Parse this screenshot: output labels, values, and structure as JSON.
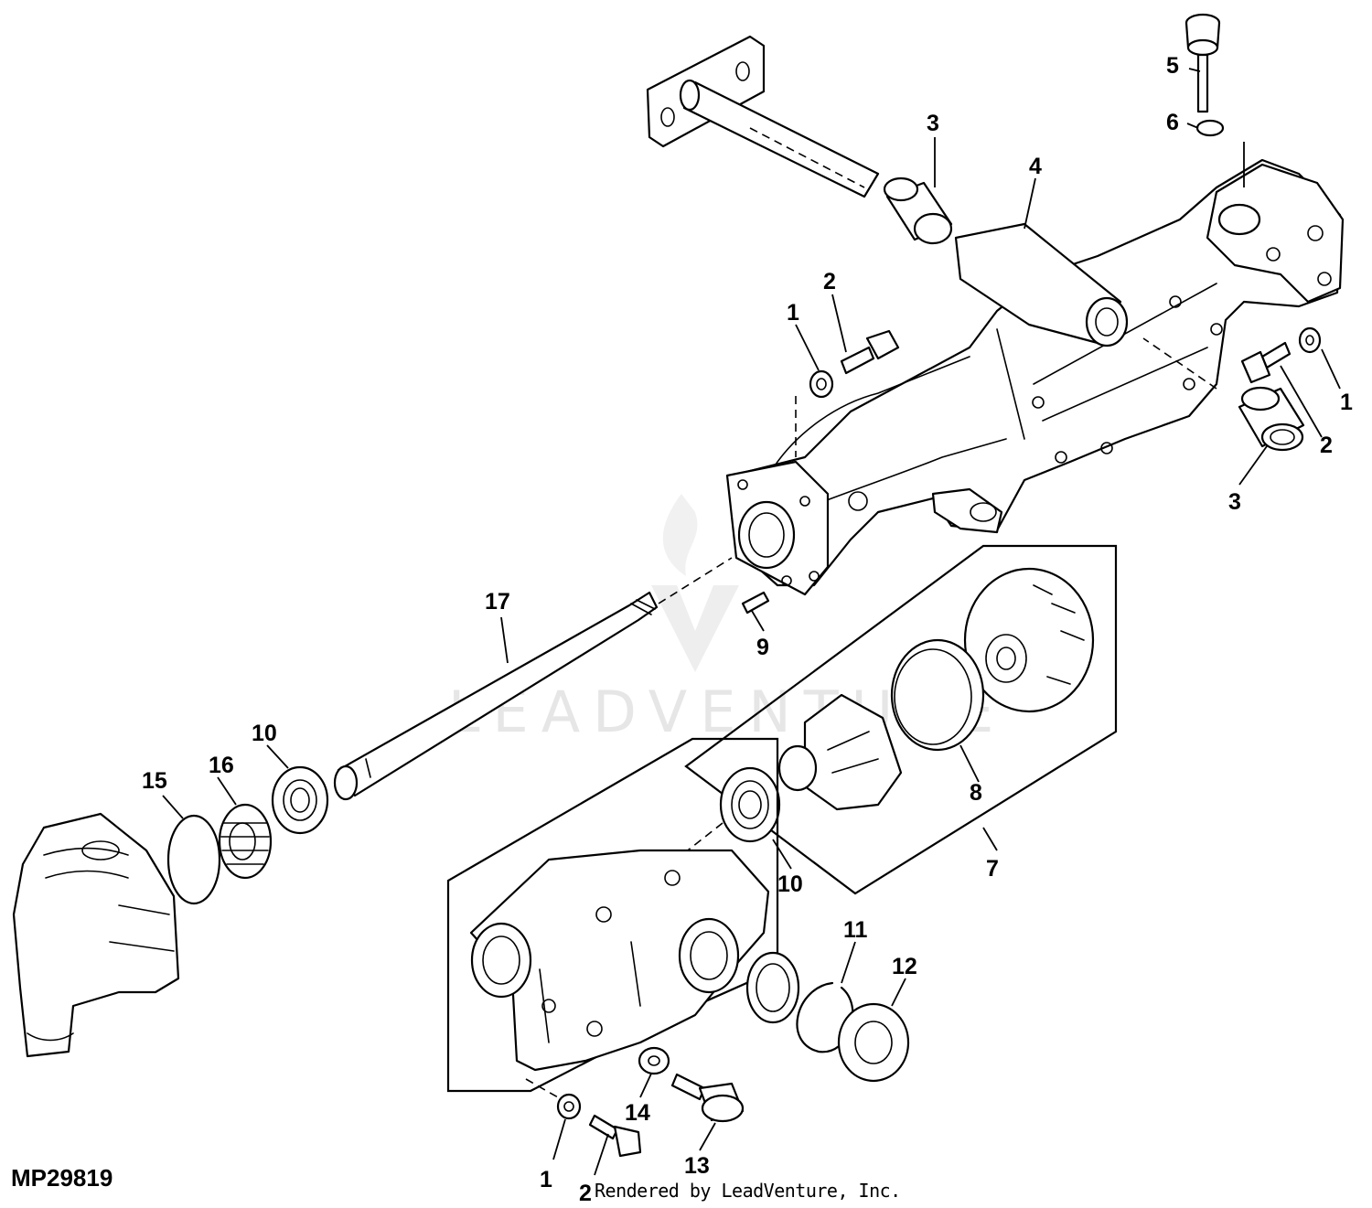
{
  "figure_id": "MP29819",
  "footer_text": "Rendered by LeadVenture, Inc.",
  "watermark_text": "LEADVENTURE",
  "callouts": {
    "c1a": "1",
    "c1b": "1",
    "c1c": "1",
    "c2a": "2",
    "c2b": "2",
    "c2c": "2",
    "c3a": "3",
    "c3b": "3",
    "c4": "4",
    "c5": "5",
    "c6": "6",
    "c7": "7",
    "c8": "8",
    "c9": "9",
    "c10a": "10",
    "c10b": "10",
    "c11": "11",
    "c12": "12",
    "c13": "13",
    "c14": "14",
    "c15": "15",
    "c16": "16",
    "c17": "17"
  }
}
